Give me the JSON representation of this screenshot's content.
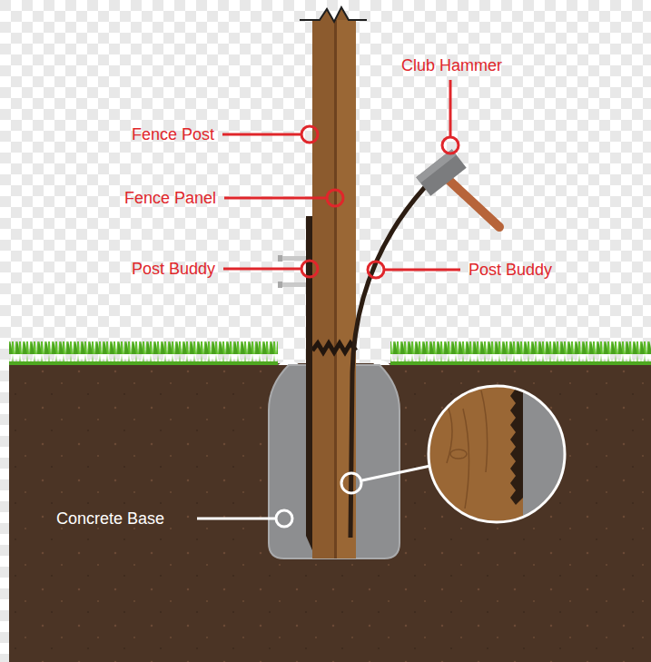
{
  "diagram": {
    "labels": [
      "Club Hammer",
      "Fence Post",
      "Fence Panel",
      "Post Buddy",
      "Post Buddy",
      "Concrete Base"
    ]
  }
}
